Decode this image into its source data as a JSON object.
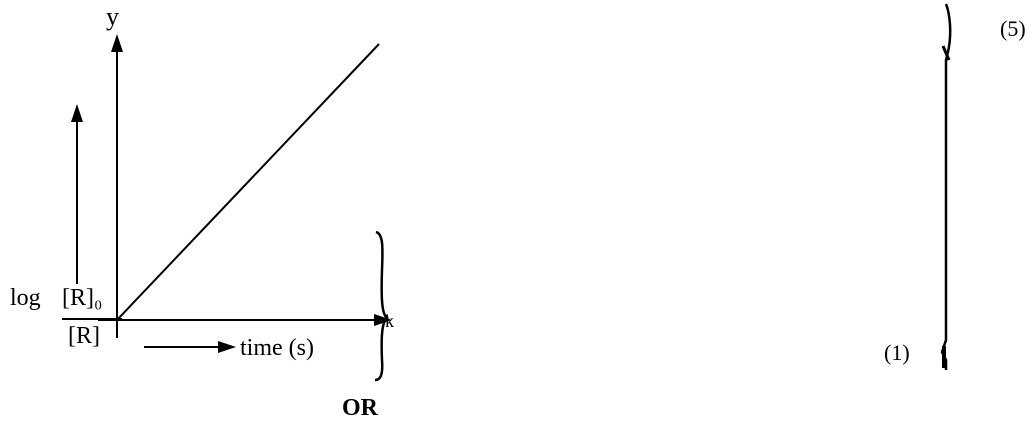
{
  "graph": {
    "y_label": "y",
    "x_label": "time (s)",
    "ordinate_log": "log",
    "ordinate_numerator": "[R]₀",
    "ordinate_denominator": "[R]",
    "x_end_mark": "k"
  },
  "footer": {
    "or_label": "OR"
  },
  "marks": {
    "top": "(5)",
    "bottom": "(1)"
  }
}
